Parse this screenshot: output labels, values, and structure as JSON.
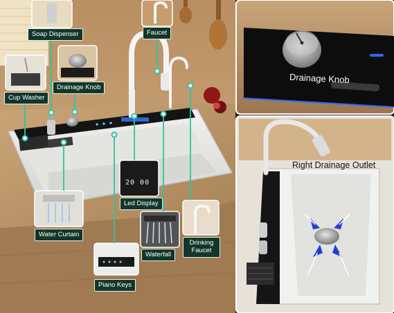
{
  "labels": {
    "soap_dispenser": "Soap Dispenser",
    "faucet": "Faucet",
    "cup_washer": "Cup Washer",
    "drainage_knob": "Drainage Knob",
    "led_display": "Led Display",
    "water_curtain": "Water Curtain",
    "waterfall": "Waterfall",
    "drinking_faucet": "Drinking Faucet",
    "piano_keys": "Piano Keys"
  },
  "insets": {
    "drainage_knob_title": "Drainage Knob",
    "right_drainage_outlet": "Right Drainage Outlet"
  },
  "led_readout": "20 00",
  "colors": {
    "label_bg": "#12372a",
    "label_text": "#ffffff",
    "leader_line": "#2ec4a0",
    "wood": "#c7a276",
    "sink_white": "#e9e9e6",
    "control_panel": "#141414",
    "arrow_blue": "#1f3fd6"
  },
  "icons": [
    "leader-dot-icon",
    "drain-arrow-icon",
    "knob-icon"
  ]
}
